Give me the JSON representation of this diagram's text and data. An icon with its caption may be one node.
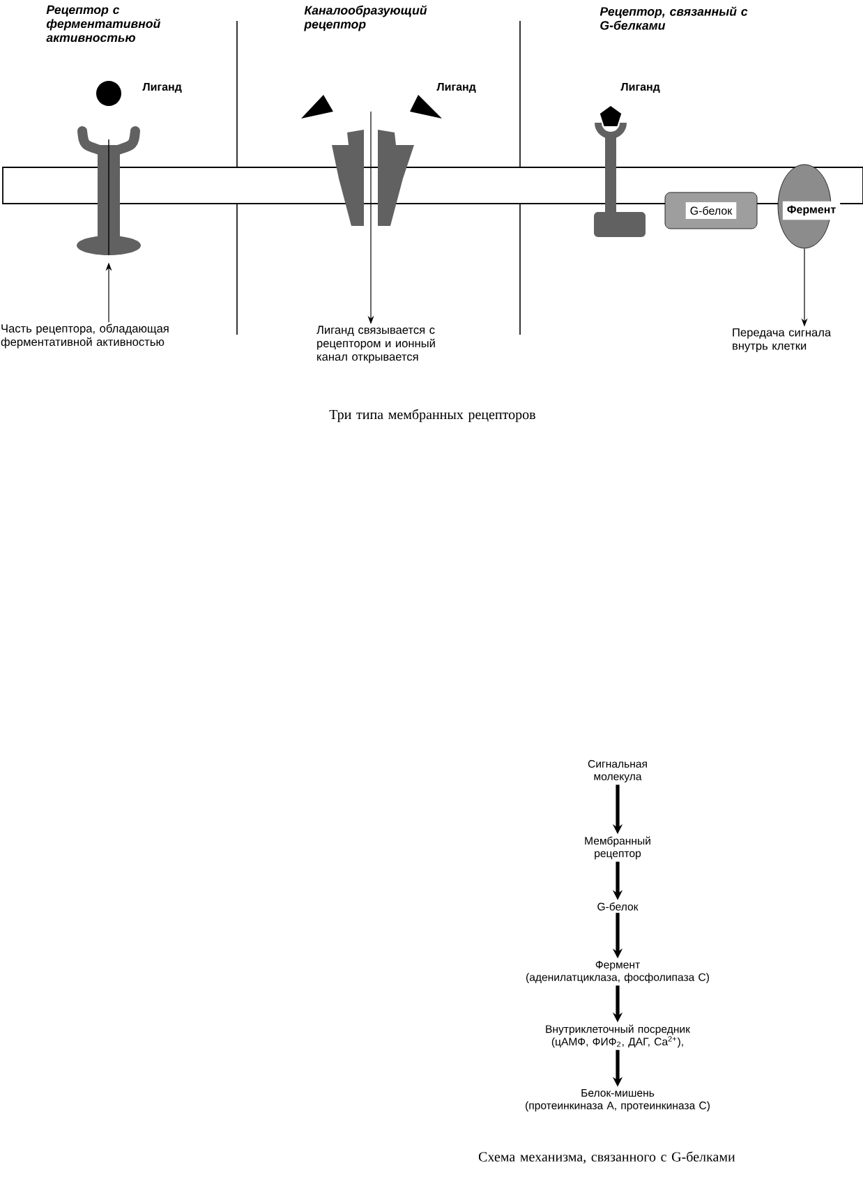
{
  "diagram": {
    "nodes": [
      {
        "text": [],
        "shape": "picture"
      },
      {
        "text": [
          "Часть рецептора,  обладающая ферментативной активностью"
        ]
      },
      {
        "text": [
          "Лиганд связывается с рецептором и ионный канал открывается"
        ]
      },
      {
        "text": [
          "G-белок"
        ]
      },
      {
        "text": [
          "Фермент"
        ]
      },
      {
        "text": [
          "Передача сигнала внутрь клетки"
        ]
      },
      {
        "text": [
          "Сигнальная молекула"
        ]
      },
      {
        "text": [
          "Мембранный рецептор"
        ]
      },
      {
        "text": [
          "G-белок"
        ]
      },
      {
        "text": [
          "Фермент",
          "(аденилатциклаза,  фосфолипаза  C)"
        ]
      },
      {
        "text": [
          "Внутриклеточный  посредник",
          "(цАМФ,  ФИФ$_{2}$,  ДАГ,  Ca$^{2+}$),"
        ]
      },
      {
        "text": [
          "Белок-мишень",
          "(протеинкиназа  А,  протеинкиназа  С)"
        ]
      }
    ],
    "edges": [
      {
        "from": 1,
        "to": 0,
        "arrow": "to"
      },
      {
        "from": null,
        "to": 2,
        "arrow": "to"
      },
      {
        "from": 4,
        "to": 5,
        "arrow": "to"
      },
      {
        "from": 6,
        "to": 7,
        "arrow": "to"
      },
      {
        "from": 7,
        "to": 8,
        "arrow": "to"
      },
      {
        "from": 8,
        "to": 9,
        "arrow": "to"
      },
      {
        "from": 9,
        "to": 10,
        "arrow": "to"
      },
      {
        "from": 10,
        "to": 11,
        "arrow": "to"
      }
    ],
    "labels": [
      "Рецептор с ферментативной активностью",
      "Каналообразующий рецептор",
      "Рецептор, связанный с G-белками",
      "Лиганд",
      "Лиганд",
      "Лиганд",
      "Три типа мембранных рецепторов",
      "Схема механизма, связанного с G-белками"
    ]
  }
}
